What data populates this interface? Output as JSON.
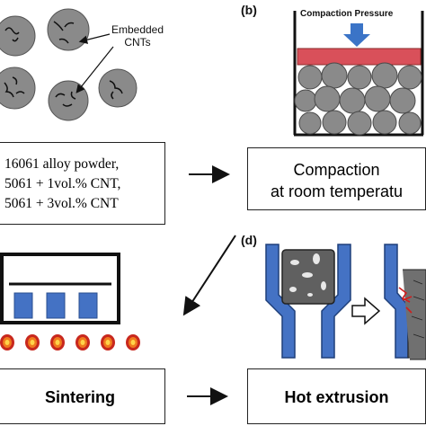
{
  "labels": {
    "embedded_cnts_line1": "Embedded",
    "embedded_cnts_line2": "CNTs",
    "panel_b": "(b)",
    "panel_d": "(d)",
    "compaction_pressure": "Compaction Pressure"
  },
  "boxes": {
    "materials_line1": "16061 alloy powder,",
    "materials_line2": "5061 + 1vol.% CNT,",
    "materials_line3": "5061 + 3vol.% CNT",
    "compaction_line1": "Compaction",
    "compaction_line2": "at room temperatu",
    "sintering": "Sintering",
    "hot_extrusion": "Hot extrusion"
  },
  "colors": {
    "particle": "#8a8a8a",
    "particle_dark": "#6f6f6f",
    "punch_red": "#d9505a",
    "arrow_blue": "#3b74c7",
    "blue": "#4472c4",
    "billet": "#606060",
    "flame_orange": "#f07a1e",
    "flame_red": "#c8281e"
  }
}
